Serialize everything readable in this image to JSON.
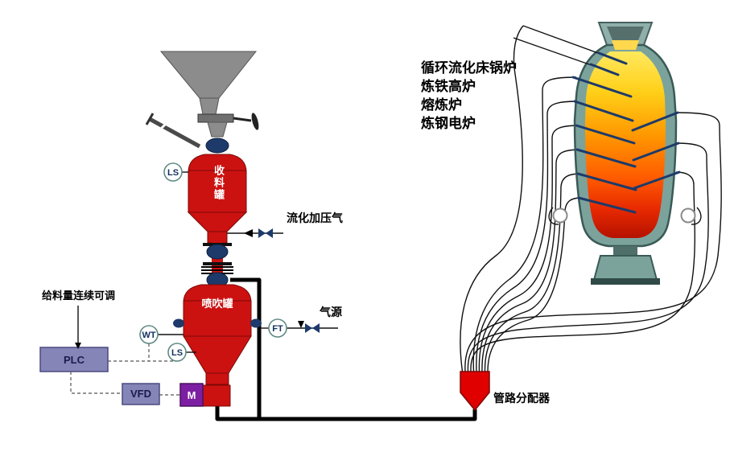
{
  "labels": {
    "receiving_tank": "收料罐",
    "injection_tank": "喷吹罐",
    "fluidizing_gas": "流化加压气",
    "gas_source": "气源",
    "feed_note": "给料量连续可调",
    "plc": "PLC",
    "vfd": "VFD",
    "motor": "M",
    "distributor": "管路分配器"
  },
  "sensors": {
    "level_switch_upper": "LS",
    "weight_transmitter": "WT",
    "level_switch_lower": "LS",
    "flow_transmitter": "FT"
  },
  "applications": [
    "循环流化床锅炉",
    "炼铁高炉",
    "熔炼炉",
    "炼钢电炉"
  ],
  "colors": {
    "vessel_red": "#cc1111",
    "valve_navy": "#1d3a6a",
    "furnace_shell_teal": "#7ba39c",
    "melt_yellow": "#ffe95e",
    "melt_red": "#b51200",
    "plc_fill": "#8585b8",
    "motor_purple": "#7d1fa2",
    "distributor_red": "#e00000"
  }
}
